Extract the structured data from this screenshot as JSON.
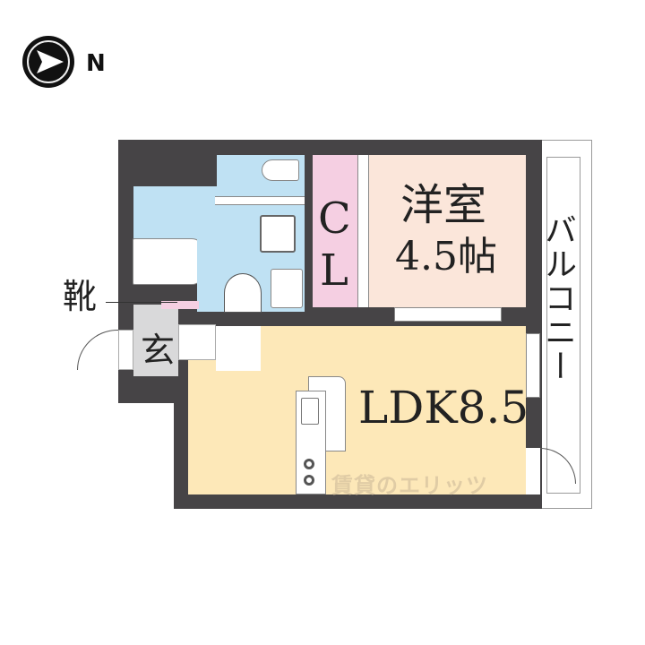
{
  "compass": {
    "icon": "north-arrow-icon",
    "label": "N"
  },
  "rooms": {
    "western_room": {
      "name": "洋室",
      "size": "4.5帖",
      "color": "#fbe6da"
    },
    "closet": {
      "letter1": "C",
      "letter2": "L",
      "color": "#f5cfe2"
    },
    "ldk": {
      "label": "LDK8.5",
      "color": "#fde8b8"
    },
    "entrance": {
      "label": "玄",
      "color": "#d9d9da"
    },
    "shoe_box": {
      "label": "靴",
      "color": "#f5cfe2"
    },
    "bathroom": {
      "color": "#bfe1f3"
    },
    "toilet_washroom": {
      "color": "#bfe1f3"
    },
    "balcony": {
      "label": "バルコニー"
    }
  },
  "colors": {
    "wall": "#464446",
    "fixture": "#ffffff"
  },
  "watermark": {
    "text": "賃貸のエリッツ"
  }
}
